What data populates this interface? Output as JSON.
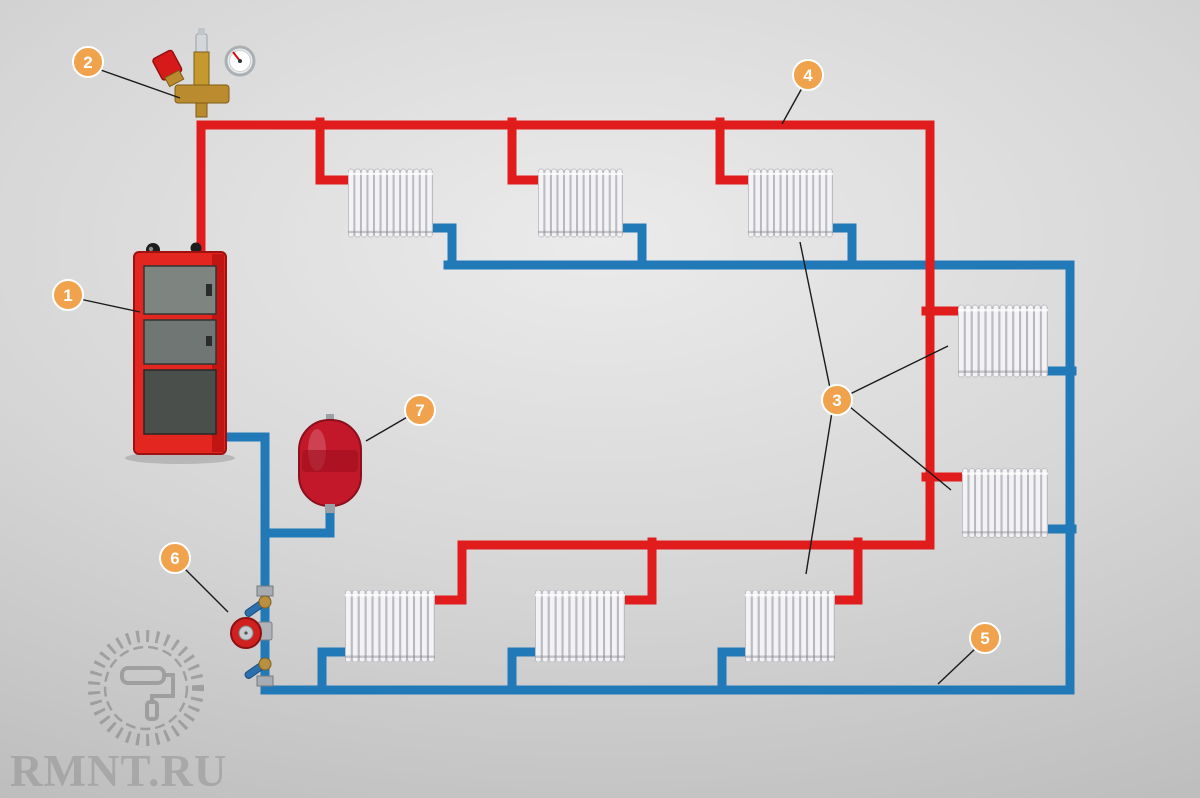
{
  "diagram": {
    "kind": "two-pipe-heating-system-schematic"
  },
  "colors": {
    "supply_pipe": "#e11c1c",
    "return_pipe": "#2279b8",
    "badge_fill": "#f0a24c",
    "badge_border": "#ffffff",
    "leader_line": "#1a1a1a",
    "boiler_red": "#e3261f",
    "tank_red": "#c2182a",
    "watermark_gray": "#767676"
  },
  "callouts": [
    {
      "number": "1",
      "component": "boiler"
    },
    {
      "number": "2",
      "component": "safety-group"
    },
    {
      "number": "3",
      "component": "radiators"
    },
    {
      "number": "4",
      "component": "supply-pipe"
    },
    {
      "number": "5",
      "component": "return-pipe"
    },
    {
      "number": "6",
      "component": "circulation-pump"
    },
    {
      "number": "7",
      "component": "expansion-tank"
    }
  ],
  "watermark": {
    "text": "RMNT.RU"
  }
}
